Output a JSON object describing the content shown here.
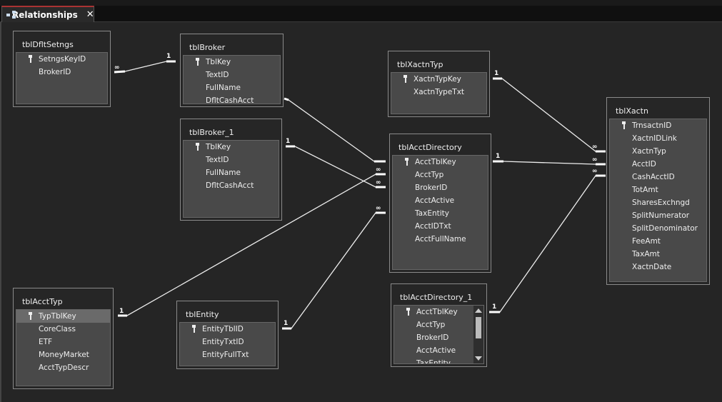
{
  "window": {
    "tab_label": "Relationships",
    "close": "✕"
  },
  "tables": {
    "dflt": {
      "name": "tblDfltSetngs",
      "fields": [
        "SetngsKeyID",
        "BrokerID"
      ]
    },
    "broker": {
      "name": "tblBroker",
      "fields": [
        "TblKey",
        "TextID",
        "FullName",
        "DfltCashAcct"
      ]
    },
    "broker1": {
      "name": "tblBroker_1",
      "fields": [
        "TblKey",
        "TextID",
        "FullName",
        "DfltCashAcct"
      ]
    },
    "xactntyp": {
      "name": "tblXactnTyp",
      "fields": [
        "XactnTypKey",
        "XactnTypeTxt"
      ]
    },
    "acctdir": {
      "name": "tblAcctDirectory",
      "fields": [
        "AcctTblKey",
        "AcctTyp",
        "BrokerID",
        "AcctActive",
        "TaxEntity",
        "AcctIDTxt",
        "AcctFullName"
      ]
    },
    "xactn": {
      "name": "tblXactn",
      "fields": [
        "TrnsactnID",
        "XactnIDLink",
        "XactnTyp",
        "AcctID",
        "CashAcctID",
        "TotAmt",
        "SharesExchngd",
        "SplitNumerator",
        "SplitDenominator",
        "FeeAmt",
        "TaxAmt",
        "XactnDate"
      ]
    },
    "accttyp": {
      "name": "tblAcctTyp",
      "fields": [
        "TypTblKey",
        "CoreClass",
        "ETF",
        "MoneyMarket",
        "AcctTypDescr"
      ]
    },
    "entity": {
      "name": "tblEntity",
      "fields": [
        "EntityTblID",
        "EntityTxtID",
        "EntityFullTxt"
      ]
    },
    "acctdir1": {
      "name": "tblAcctDirectory_1",
      "fields": [
        "AcctTblKey",
        "AcctTyp",
        "BrokerID",
        "AcctActive",
        "TaxEntity"
      ]
    }
  },
  "labels": {
    "one": "1",
    "many": "∞"
  }
}
